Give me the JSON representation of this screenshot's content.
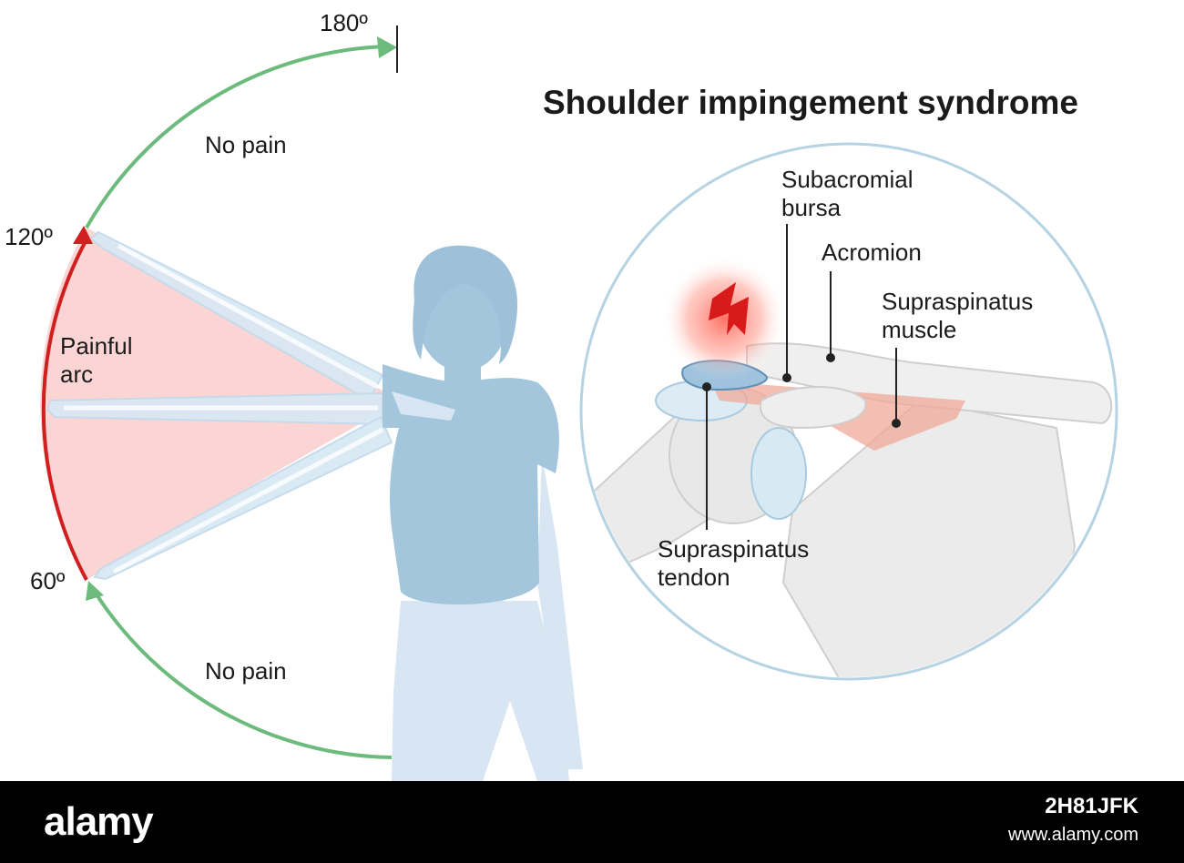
{
  "title": "Shoulder impingement syndrome",
  "angles": {
    "top": "180º",
    "upper": "120º",
    "lower": "60º"
  },
  "zones": {
    "no_pain_top": "No pain",
    "painful_line1": "Painful",
    "painful_line2": "arc",
    "no_pain_bottom": "No pain"
  },
  "labels": {
    "bursa_line1": "Subacromial",
    "bursa_line2": "bursa",
    "acromion": "Acromion",
    "muscle_line1": "Supraspinatus",
    "muscle_line2": "muscle",
    "tendon_line1": "Supraspinatus",
    "tendon_line2": "tendon"
  },
  "colors": {
    "pain_arc": "#d11f1f",
    "no_pain_arc": "#6cba7c",
    "pain_fill": "#fbd4d4",
    "body": "#a3c6dd",
    "circle_border": "#b5d3e3"
  },
  "footer": {
    "brand": "alamy",
    "image_id": "2H81JFK",
    "url": "www.alamy.com"
  }
}
